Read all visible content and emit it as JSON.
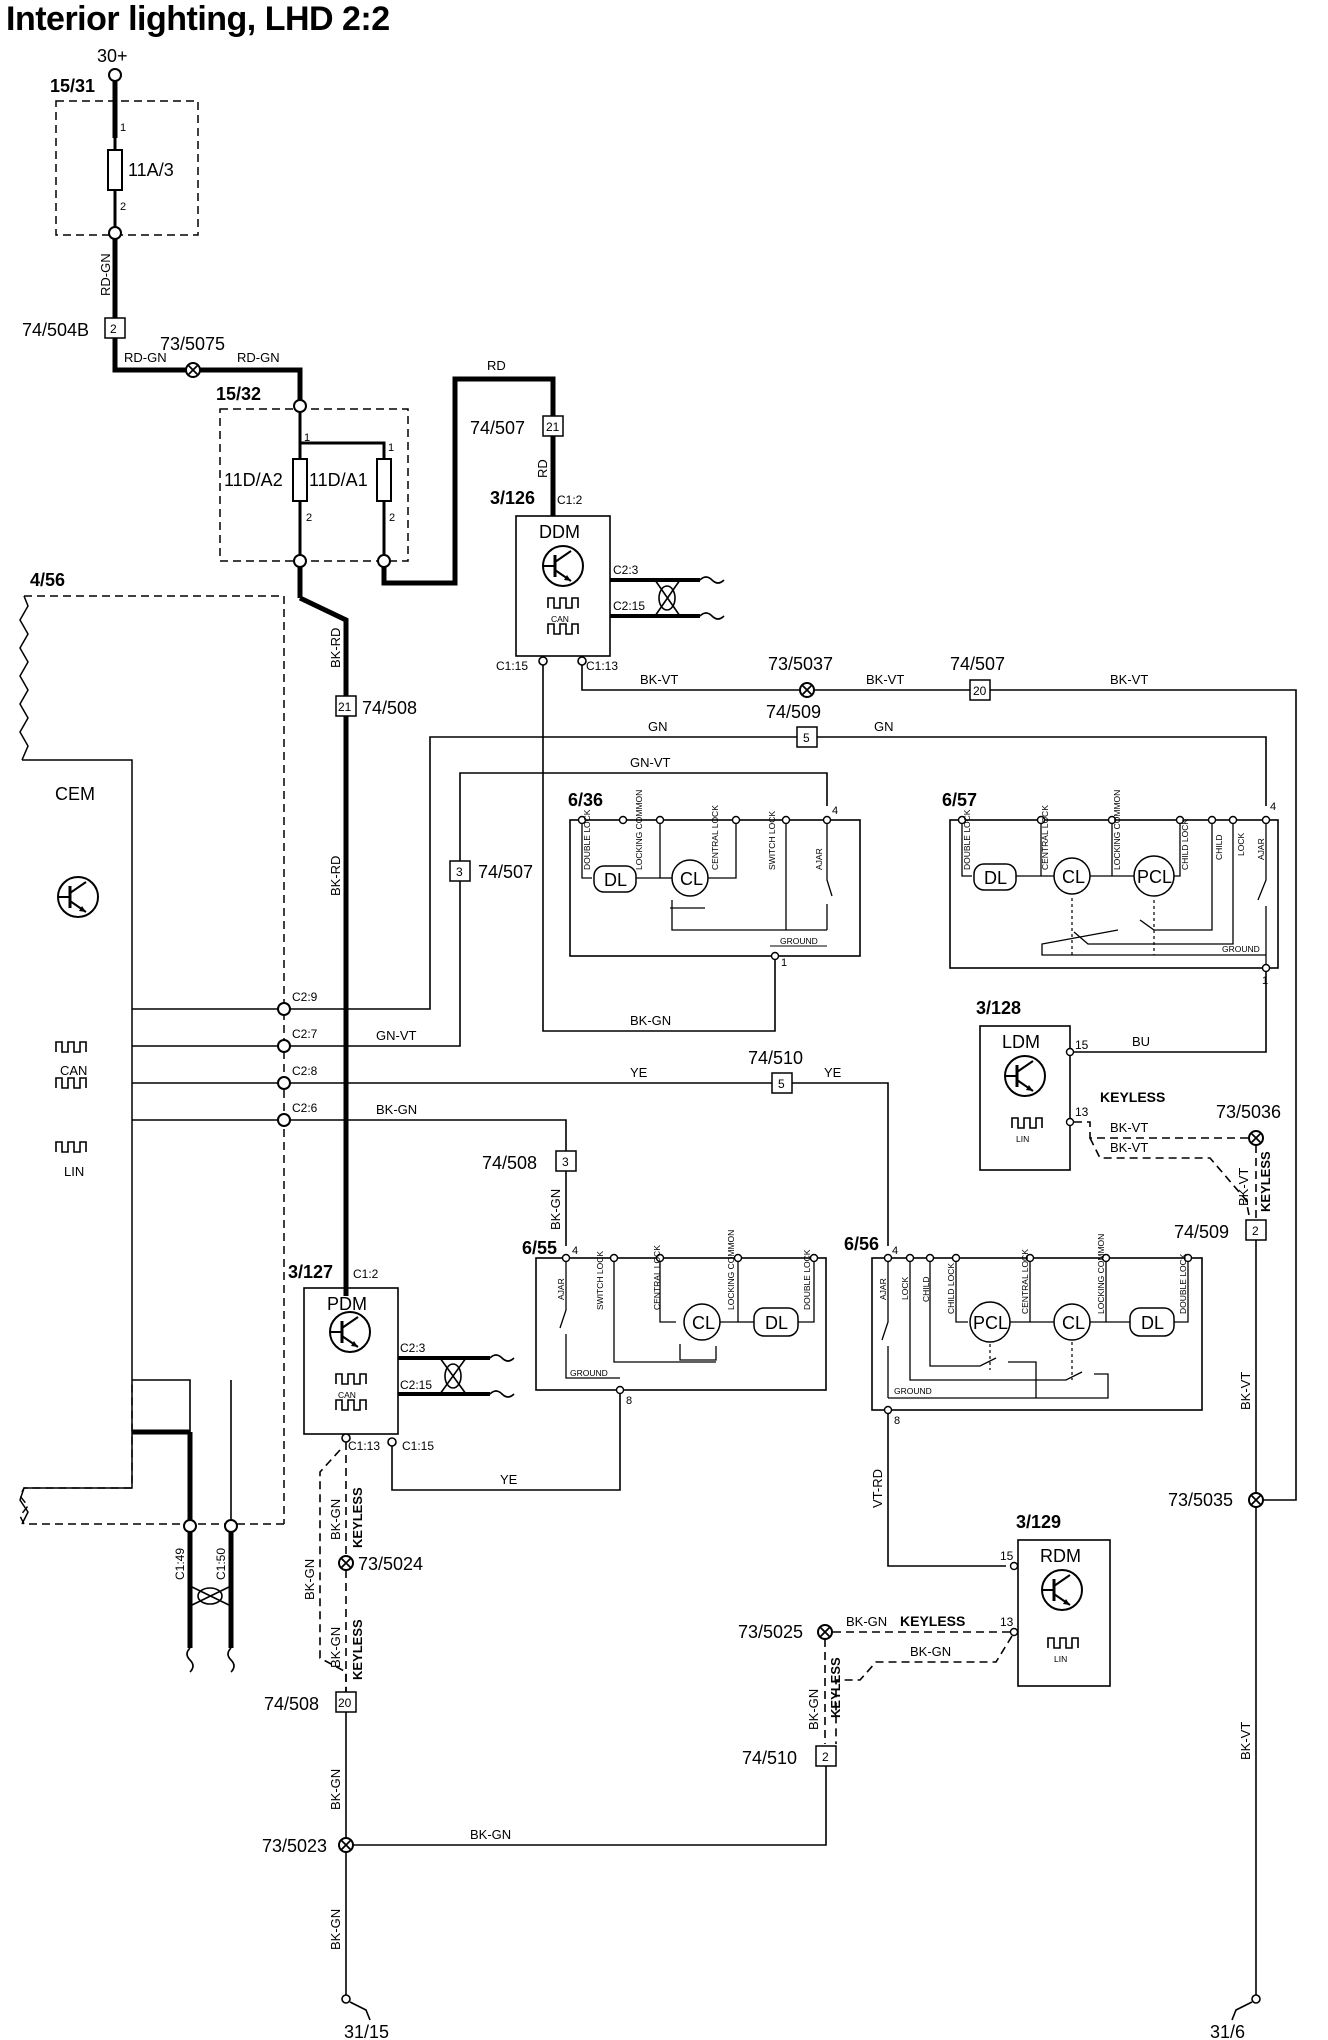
{
  "title": "Interior lighting, LHD 2:2",
  "supply": {
    "terminal": "30+"
  },
  "fuse_box_1": {
    "id": "15/31",
    "fuse": "11A/3",
    "pin_in": "1",
    "pin_out": "2"
  },
  "fuse_box_2": {
    "id": "15/32",
    "fuse_a2": "11D/A2",
    "fuse_a1": "11D/A1",
    "pin_in": "1",
    "pin_out": "2"
  },
  "connectors": {
    "c74_504B": {
      "id": "74/504B",
      "pin": "2"
    },
    "c74_507_top": {
      "id": "74/507",
      "pin": "21"
    },
    "c74_507_mid": {
      "id": "74/507",
      "pin": "20"
    },
    "c74_507_left": {
      "id": "74/507",
      "pin": "3"
    },
    "c74_508_top": {
      "id": "74/508",
      "pin": "21"
    },
    "c74_508_mid": {
      "id": "74/508",
      "pin": "3"
    },
    "c74_508_bot": {
      "id": "74/508",
      "pin": "20"
    },
    "c74_509_top": {
      "id": "74/509",
      "pin": "5"
    },
    "c74_509_right": {
      "id": "74/509",
      "pin": "2"
    },
    "c74_510_top": {
      "id": "74/510",
      "pin": "5"
    },
    "c74_510_bot": {
      "id": "74/510",
      "pin": "2"
    }
  },
  "splices": {
    "s5075": "73/5075",
    "s5037": "73/5037",
    "s5036": "73/5036",
    "s5035": "73/5035",
    "s5024": "73/5024",
    "s5025": "73/5025",
    "s5023": "73/5023"
  },
  "wires": {
    "rd_gn": "RD-GN",
    "rd": "RD",
    "bk_rd": "BK-RD",
    "bk_vt": "BK-VT",
    "gn": "GN",
    "gn_vt": "GN-VT",
    "ye": "YE",
    "bk_gn": "BK-GN",
    "bu": "BU",
    "vt_rd": "VT-RD"
  },
  "keyless": "KEYLESS",
  "cem": {
    "id": "4/56",
    "name": "CEM",
    "can": "CAN",
    "lin": "LIN",
    "c2_9": "C2:9",
    "c2_7": "C2:7",
    "c2_8": "C2:8",
    "c2_6": "C2:6",
    "c149": "C1:49",
    "c150": "C1:50"
  },
  "ddm": {
    "id": "3/126",
    "name": "DDM",
    "can": "CAN",
    "c1_2": "C1:2",
    "c2_3": "C2:3",
    "c2_15": "C2:15",
    "c1_15": "C1:15",
    "c1_13": "C1:13"
  },
  "pdm": {
    "id": "3/127",
    "name": "PDM",
    "can": "CAN",
    "c1_2": "C1:2",
    "c2_3": "C2:3",
    "c2_15": "C2:15",
    "c1_13": "C1:13",
    "c1_15": "C1:15"
  },
  "ldm": {
    "id": "3/128",
    "name": "LDM",
    "lin": "LIN",
    "pin15": "15",
    "pin13": "13"
  },
  "rdm": {
    "id": "3/129",
    "name": "RDM",
    "lin": "LIN",
    "pin15": "15",
    "pin13": "13"
  },
  "lock_36": {
    "id": "6/36",
    "pin4": "4",
    "pin1": "1",
    "double_lock": "DOUBLE LOCK",
    "locking_common": "LOCKING COMMON",
    "central_lock": "CENTRAL LOCK",
    "switch_lock": "SWITCH LOCK",
    "ajar": "AJAR",
    "ground": "GROUND",
    "dl": "DL",
    "cl": "CL"
  },
  "lock_57": {
    "id": "6/57",
    "pin4": "4",
    "pin1": "1",
    "double_lock": "DOUBLE LOCK",
    "central_lock": "CENTRAL LOCK",
    "locking_common": "LOCKING COMMON",
    "child_lock": "CHILD LOCK",
    "child": "CHILD",
    "lock": "LOCK",
    "ajar": "AJAR",
    "ground": "GROUND",
    "dl": "DL",
    "cl": "CL",
    "pcl": "PCL"
  },
  "lock_55": {
    "id": "6/55",
    "pin4": "4",
    "pin8": "8",
    "ajar": "AJAR",
    "switch_lock": "SWITCH LOCK",
    "central_lock": "CENTRAL LOCK",
    "locking_common": "LOCKING COMMON",
    "double_lock": "DOUBLE LOCK",
    "ground": "GROUND",
    "cl": "CL",
    "dl": "DL"
  },
  "lock_56": {
    "id": "6/56",
    "pin4": "4",
    "pin8": "8",
    "ajar": "AJAR",
    "lock": "LOCK",
    "child": "CHILD",
    "child_lock": "CHILD LOCK",
    "central_lock": "CENTRAL LOCK",
    "locking_common": "LOCKING COMMON",
    "double_lock": "DOUBLE LOCK",
    "ground": "GROUND",
    "pcl": "PCL",
    "cl": "CL",
    "dl": "DL"
  },
  "grounds": {
    "g1": "31/15",
    "g2": "31/6"
  }
}
